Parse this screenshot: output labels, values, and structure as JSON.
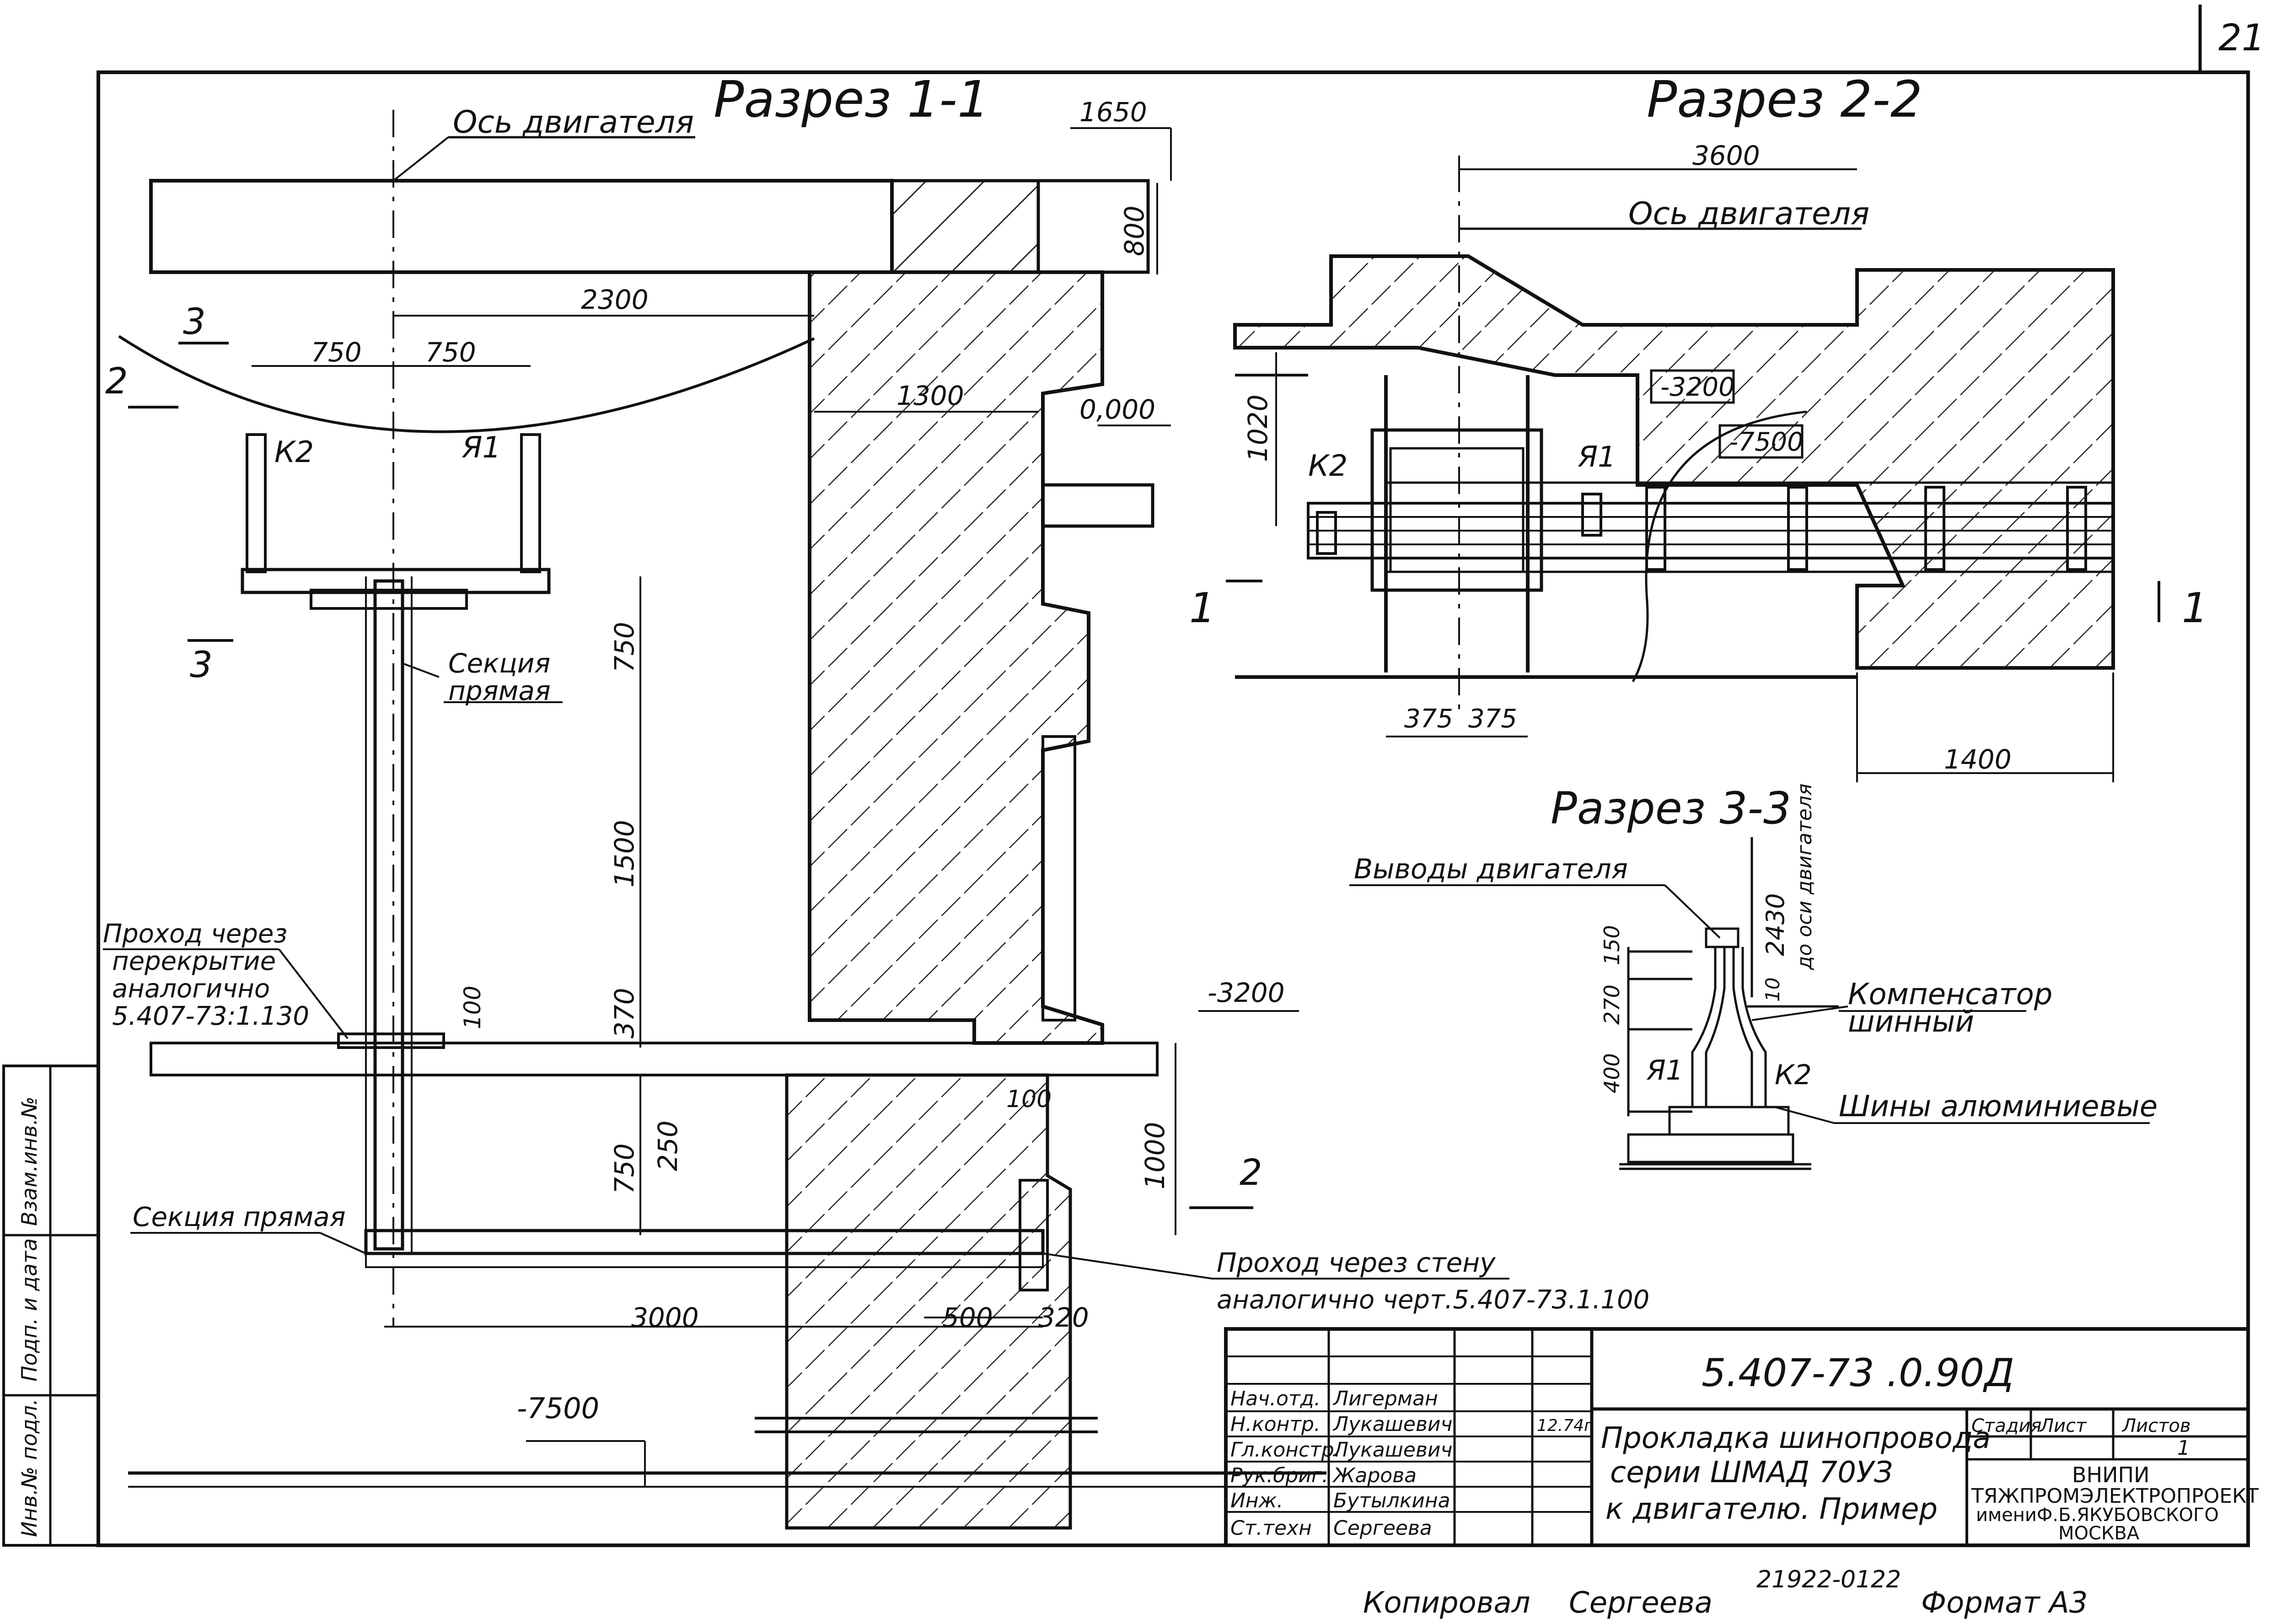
{
  "sheet_number": "21",
  "sections": {
    "s11": {
      "title": "Разрез 1-1"
    },
    "s22": {
      "title": "Разрез 2-2"
    },
    "s33": {
      "title": "Разрез 3-3"
    }
  },
  "labels": {
    "motor_axis_1": "Ось двигателя",
    "motor_axis_2": "Ось двигателя",
    "straight_section_1": "Секция",
    "straight_section_2": "прямая",
    "straight_section_3": "Секция прямая",
    "slab_passage_1": "Проход через",
    "slab_passage_2": "перекрытие",
    "slab_passage_3": "аналогично",
    "slab_passage_4": "5.407-73:1.130",
    "wall_passage_1": "Проход через стену",
    "wall_passage_2": "аналогично  черт.5.407-73.1.100",
    "motor_leads": "Выводы двигателя",
    "compensator_1": "Компенсатор",
    "compensator_2": "шинный",
    "al_busbars": "Шины алюминиевые",
    "axis_dist": "до оси двигателя",
    "k2_a": "К2",
    "ya1_a": "Я1",
    "k2_b": "К2",
    "ya1_b": "Я1",
    "k2_c": "К2",
    "ya1_c": "Я1"
  },
  "dimensions": {
    "d1650": "1650",
    "d800": "800",
    "d2300": "2300",
    "d750a": "750",
    "d750b": "750",
    "d1300": "1300",
    "d0000": "0,000",
    "d750c": "750",
    "d1500": "1500",
    "d370": "370",
    "d100a": "100",
    "d3200a": "-3200",
    "d250": "250",
    "d750d": "750",
    "d100b": "100",
    "d1000": "1000",
    "d3000": "3000",
    "d500": "500",
    "d320": "320",
    "d7500a": "-7500",
    "d3600": "3600",
    "d1020": "1020",
    "d3200b": "-3200",
    "d7500b": "-7500",
    "d375a": "375",
    "d375b": "375",
    "d1400": "1400",
    "d150": "150",
    "d270": "270",
    "d10": "10",
    "d400": "400",
    "d2430": "2430"
  },
  "section_marks": {
    "m3top": "3",
    "m2left": "2",
    "m3bot": "3",
    "m2bot": "2",
    "m1left": "1",
    "m1right": "1"
  },
  "title_block": {
    "doc_code": "5.407-73 .0.90Д",
    "title_line1": "Прокладка шинопровода",
    "title_line2": "серии ШМАД 70УЗ",
    "title_line3": "к двигателю. Пример",
    "stage_label": "Стадия",
    "sheet_label": "Лист",
    "sheets_label": "Листов",
    "sheets_value": "1",
    "org_line1": "ВНИПИ",
    "org_line2": "ТЯЖПРОМЭЛЕКТРОПРОЕКТ",
    "org_line3": "имениФ.Б.ЯКУБОВСКОГО",
    "org_line4": "МОСКВА",
    "date_value": "12.74г",
    "staff": [
      {
        "role": "Нач.отд.",
        "name": "Лигерман"
      },
      {
        "role": "Н.контр.",
        "name": "Лукашевич"
      },
      {
        "role": "Гл.констр.",
        "name": "Лукашевич"
      },
      {
        "role": "Рук.бриг.",
        "name": "Жарова"
      },
      {
        "role": "Инж.",
        "name": "Бутылкина"
      },
      {
        "role": "Ст.техн",
        "name": "Сергеева"
      }
    ]
  },
  "side_stamp": {
    "inv_no": "Инв.№ подл.",
    "sign_date": "Подп. и дата",
    "replace_inv": "Взам.инв.№"
  },
  "footer": {
    "copied": "Копировал",
    "copier_name": "Сергеева",
    "order_no": "21922-01",
    "page_no": "22",
    "format": "Формат А3"
  }
}
